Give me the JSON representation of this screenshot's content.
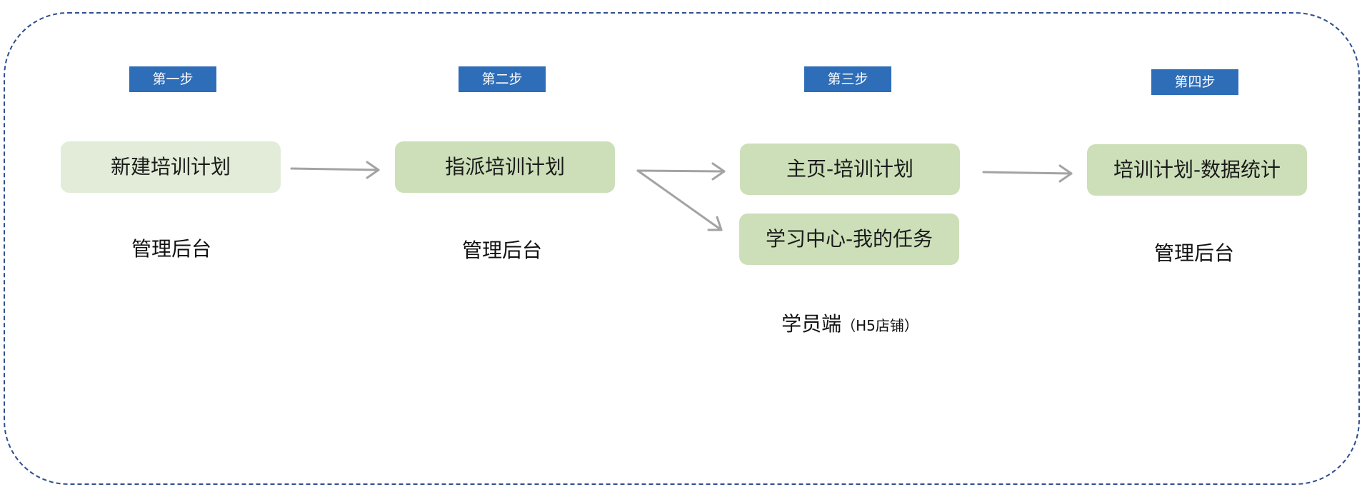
{
  "steps": [
    {
      "badge": "第一步"
    },
    {
      "badge": "第二步"
    },
    {
      "badge": "第三步"
    },
    {
      "badge": "第四步"
    }
  ],
  "nodes": {
    "create_plan": "新建培训计划",
    "assign_plan": "指派培训计划",
    "home_plan": "主页-培训计划",
    "learning_tasks": "学习中心-我的任务",
    "plan_stats": "培训计划-数据统计"
  },
  "captions": {
    "step1": "管理后台",
    "step2": "管理后台",
    "step3_main": "学员端",
    "step3_sub": "（H5店铺）",
    "step4": "管理后台"
  },
  "colors": {
    "badge": "#2e6db8",
    "node": "#ccdfb8",
    "node_light": "#e2ecd8",
    "arrow": "#a3a3a3",
    "frame": "#2f4f8f"
  }
}
